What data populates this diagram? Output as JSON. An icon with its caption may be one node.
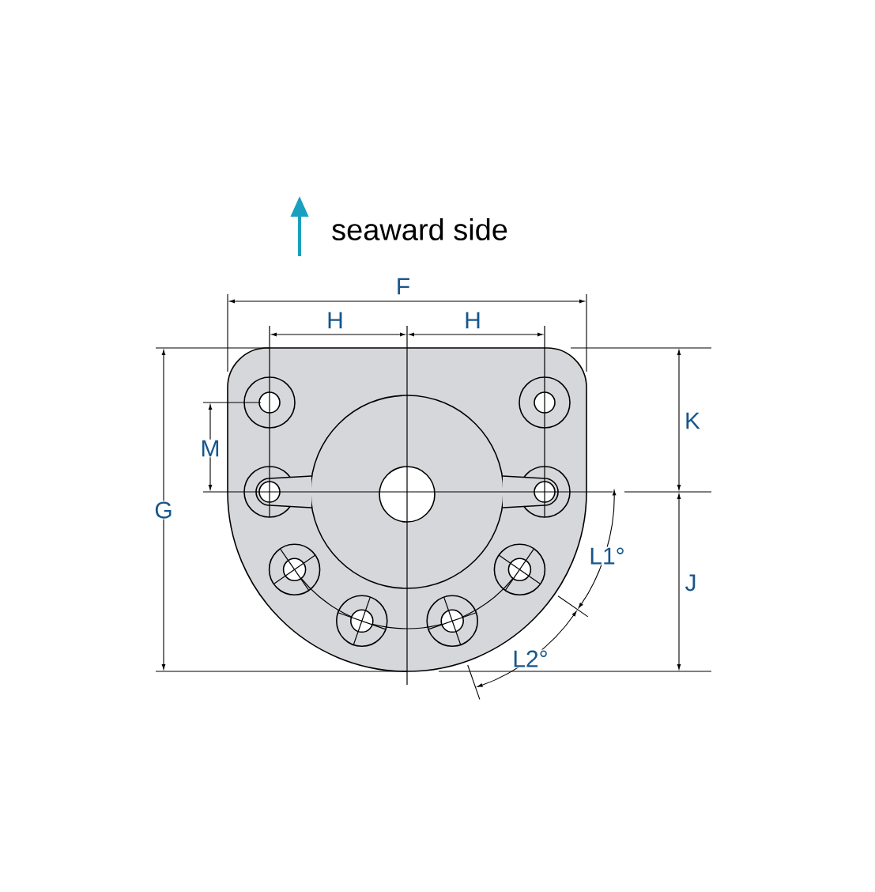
{
  "diagram": {
    "labels": [
      "seaward side",
      "F",
      "H",
      "H",
      "K",
      "M",
      "G",
      "L1°",
      "J",
      "L2°"
    ]
  }
}
